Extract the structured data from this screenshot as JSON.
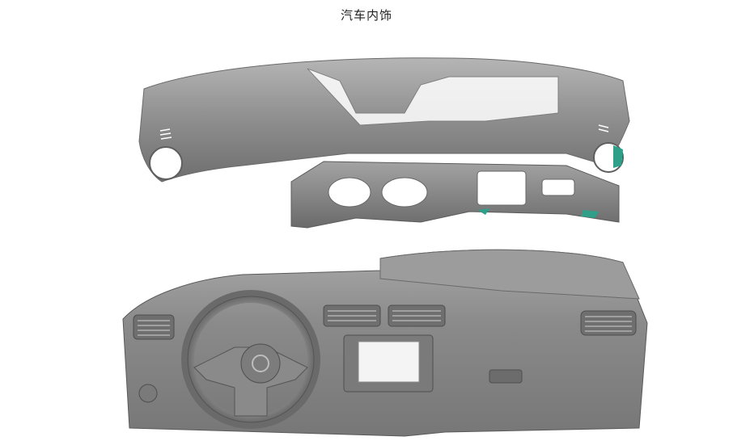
{
  "page": {
    "title": "汽车内饰"
  },
  "figures": [
    {
      "name": "dashboard-frame-scan"
    },
    {
      "name": "dashboard-interior-scan"
    }
  ],
  "colors": {
    "background": "#ffffff",
    "mesh_gray": "#8c8c8c",
    "mesh_light": "#b8b8b8",
    "mesh_dark": "#5f5f5f",
    "screen_white": "#f4f4f4",
    "teal_accent": "#2f9f8a"
  }
}
